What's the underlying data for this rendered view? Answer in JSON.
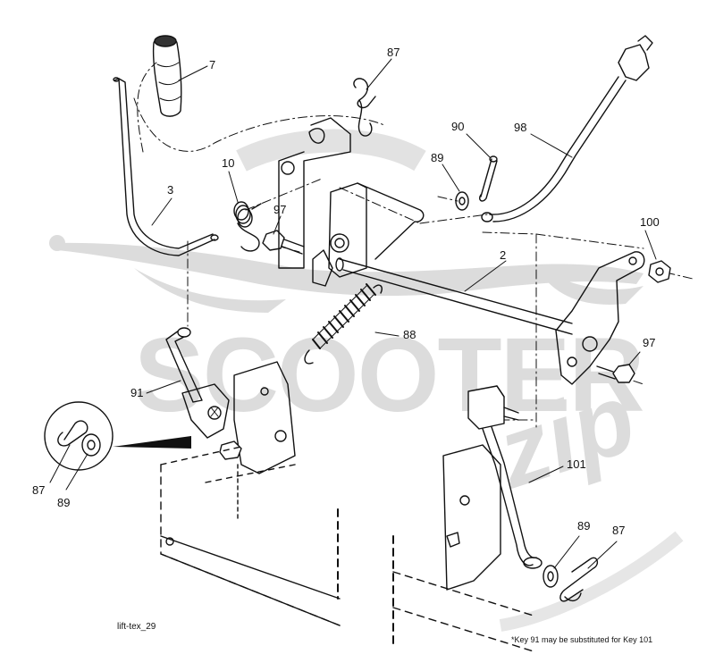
{
  "diagram_id": "lift-tex_29",
  "footnote": "*Key 91 may be substituted for Key 101",
  "watermark": {
    "brand": "SCOOTER",
    "script": "zip",
    "color": "#d9d9d9"
  },
  "callouts": {
    "k7": "7",
    "k87_top": "87",
    "k90": "90",
    "k98": "98",
    "k89_top": "89",
    "k10": "10",
    "k3": "3",
    "k97_top": "97",
    "k100": "100",
    "k2": "2",
    "k97_right": "97",
    "k88": "88",
    "k91": "91",
    "k87_detail": "87",
    "k89_detail": "89",
    "k101": "101",
    "k89_bottom": "89",
    "k87_bottom": "87"
  }
}
